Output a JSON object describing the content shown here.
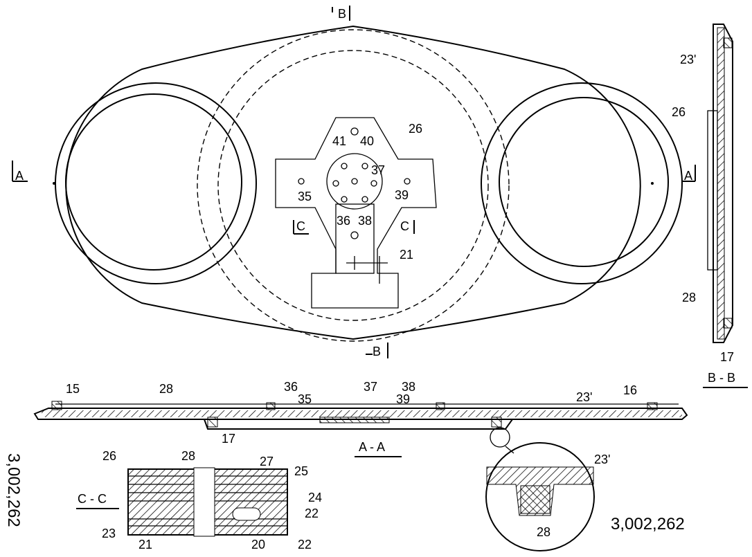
{
  "patent_number": "3,002,262",
  "patent_number_side": "3,002,262",
  "plan_view": {
    "section_marks": {
      "top": "B",
      "bottom": "B",
      "left": "A",
      "right": "A",
      "c_left": "C",
      "c_right": "C"
    },
    "labels": [
      "41",
      "40",
      "26",
      "37",
      "35",
      "39",
      "36",
      "38",
      "21"
    ]
  },
  "section_bb": {
    "title": "B - B",
    "labels": [
      "23'",
      "26",
      "28",
      "17"
    ]
  },
  "section_aa": {
    "title": "A - A",
    "labels": [
      "15",
      "28",
      "36",
      "37",
      "38",
      "35",
      "39",
      "23'",
      "16",
      "17"
    ]
  },
  "section_cc": {
    "title": "C - C",
    "labels": [
      "26",
      "28",
      "27",
      "25",
      "24",
      "23",
      "21",
      "20",
      "22",
      "22"
    ]
  },
  "detail": {
    "labels": [
      "23'",
      "28"
    ]
  }
}
